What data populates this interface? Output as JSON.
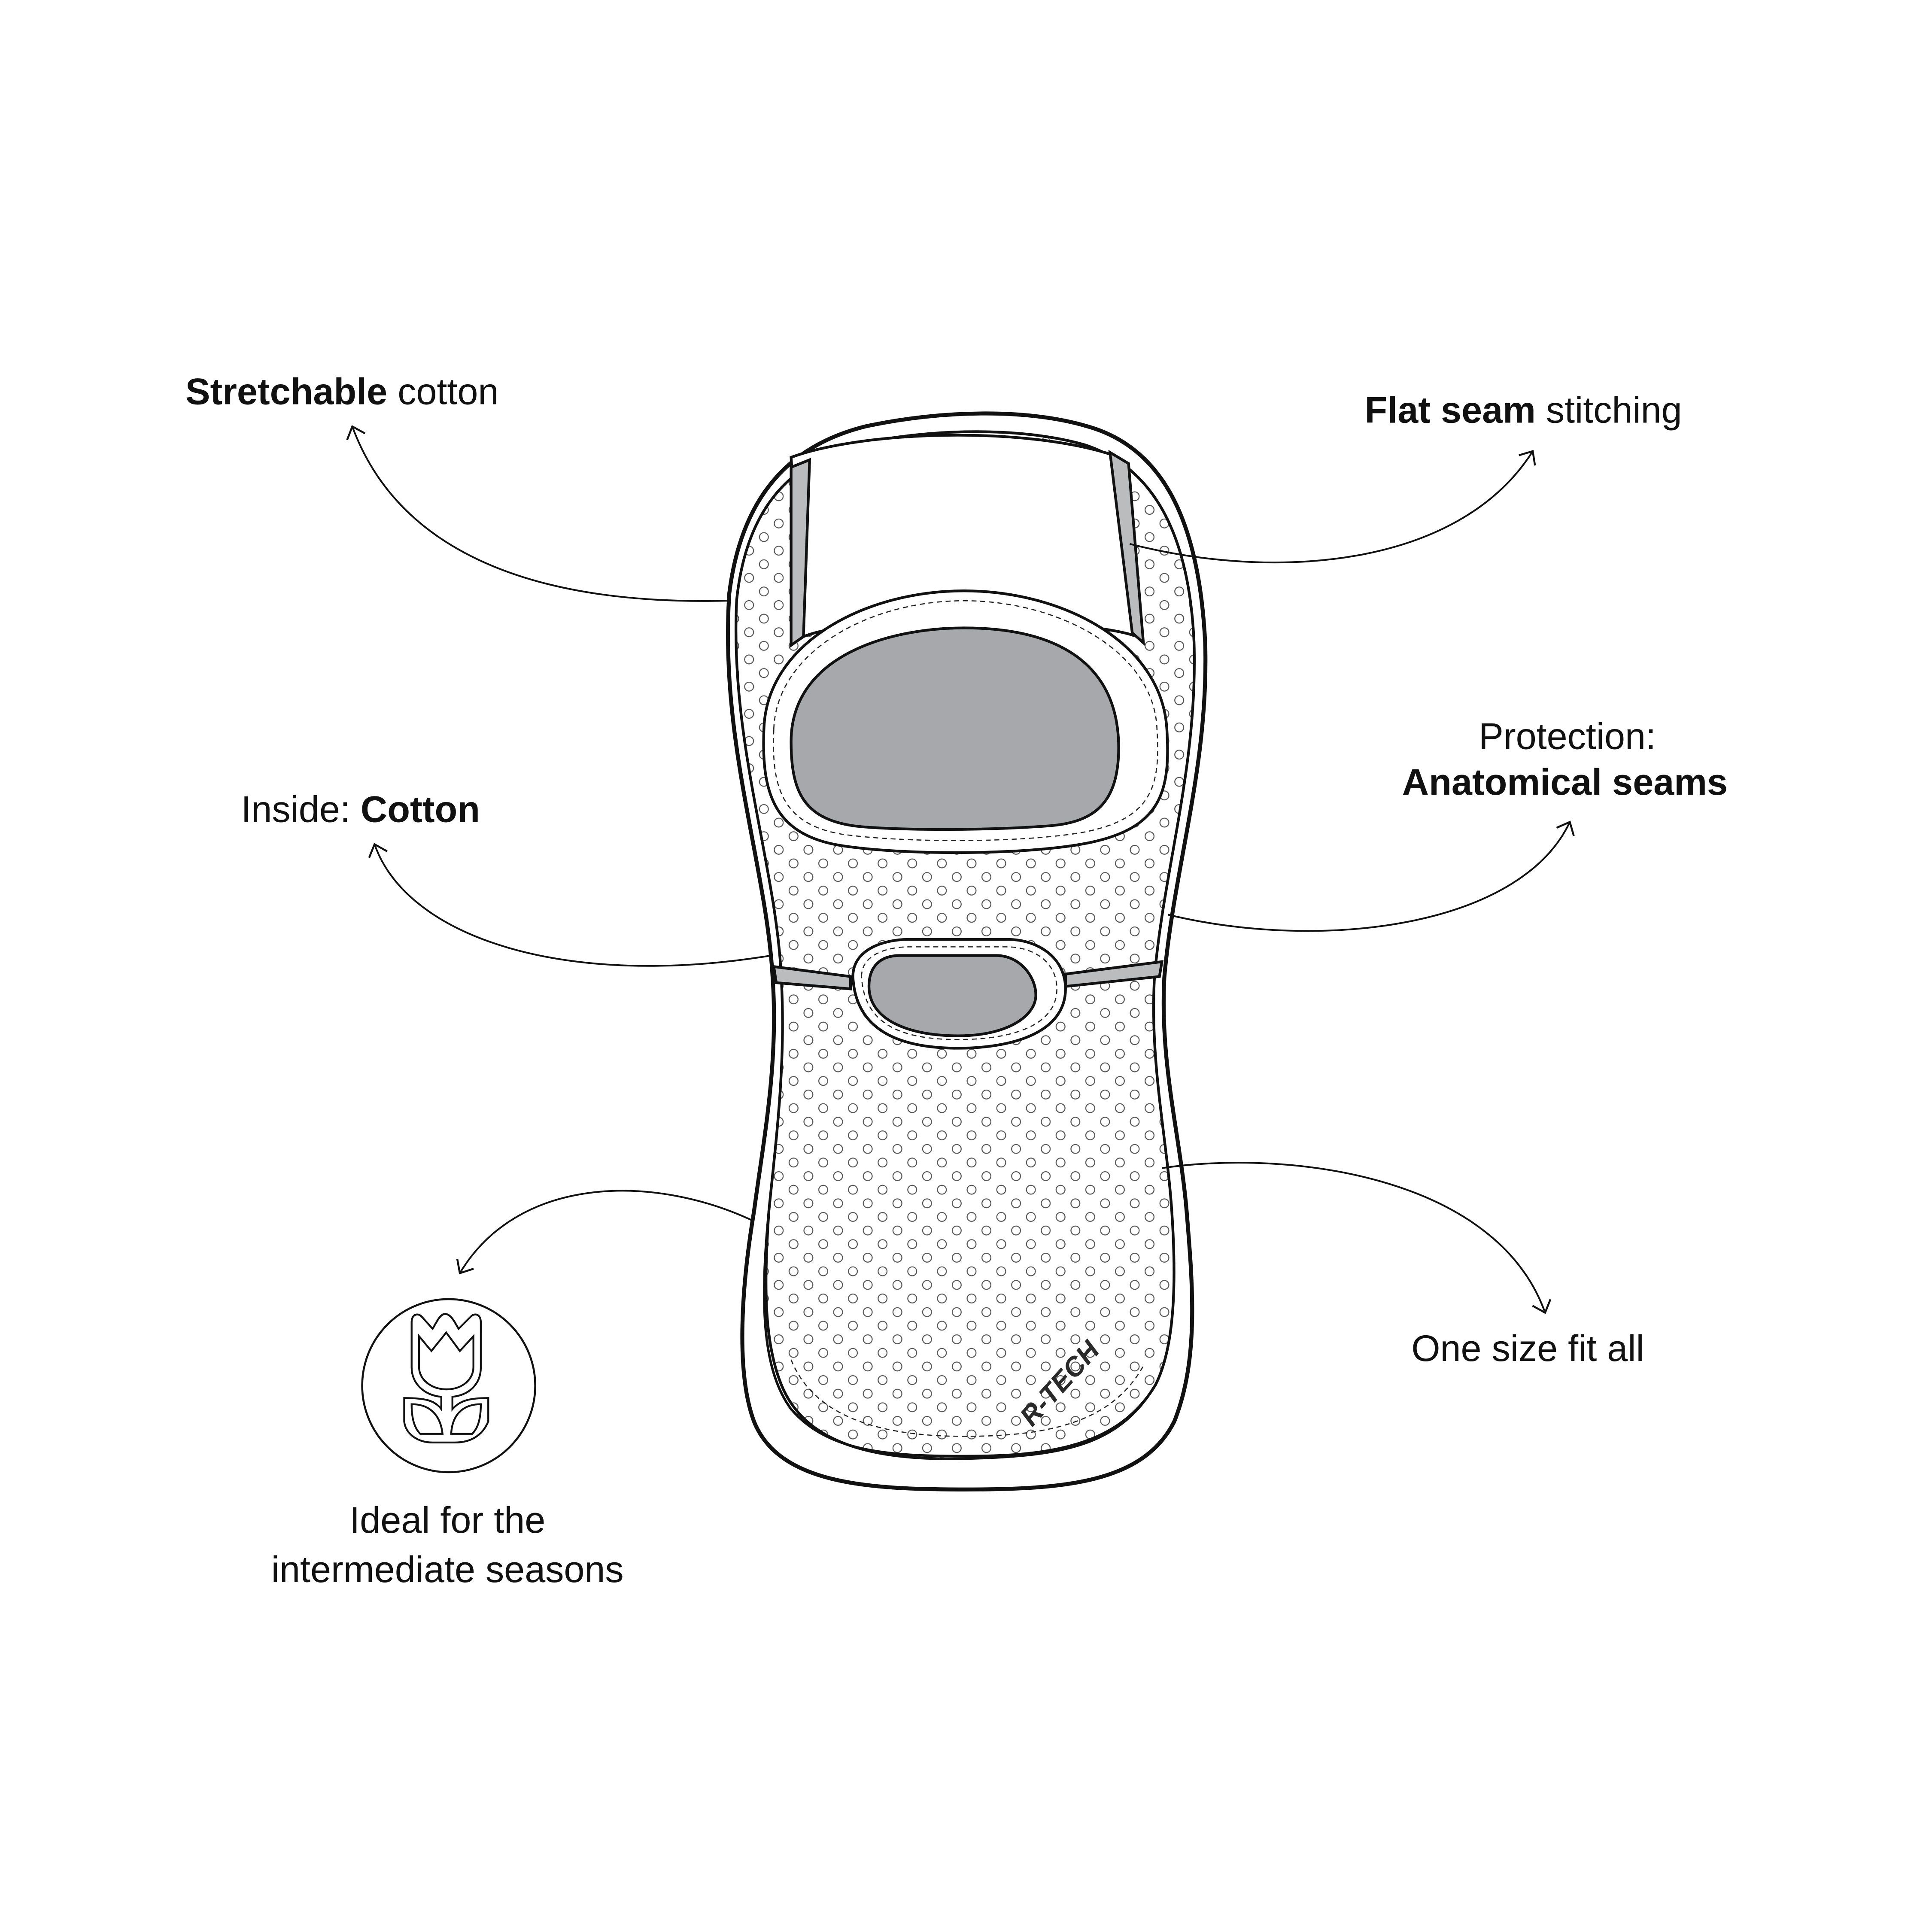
{
  "product": {
    "type": "balaclava",
    "logo_text": "R-TECH",
    "colors": {
      "outline": "#111111",
      "opening_fill": "#A7A8AB",
      "seam_band": "#BBBCBE",
      "fabric_bg": "#FFFFFF",
      "dot_pattern": "#555555"
    }
  },
  "callouts": [
    {
      "id": "stretchable",
      "bold": "Stretchable",
      "regular": " cotton",
      "bold_first": true
    },
    {
      "id": "flat-seam",
      "bold": "Flat seam",
      "regular": " stitching",
      "bold_first": true
    },
    {
      "id": "inside",
      "regular": "Inside: ",
      "bold": "Cotton",
      "bold_first": false
    },
    {
      "id": "protection",
      "line1": "Protection:",
      "line2_bold": "Anatomical seams"
    },
    {
      "id": "season",
      "line1": "Ideal for the",
      "line2": "intermediate seasons",
      "icon": "tulip-icon"
    },
    {
      "id": "size",
      "text": "One size fit all"
    }
  ]
}
